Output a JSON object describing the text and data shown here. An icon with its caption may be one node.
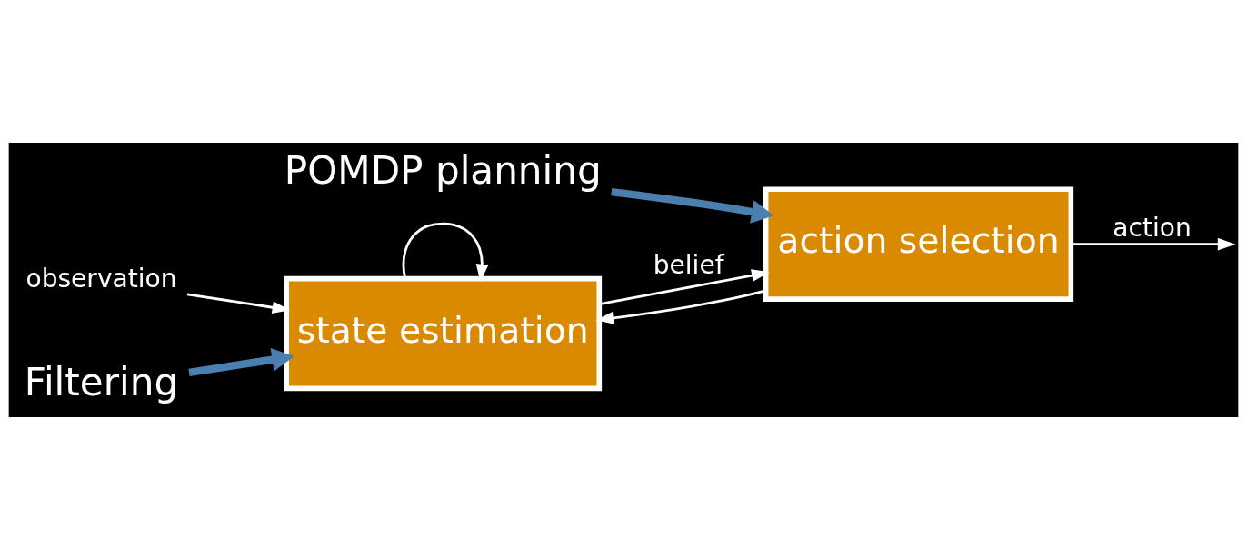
{
  "diagram": {
    "nodes": [
      {
        "text": [
          "state estimation"
        ]
      },
      {
        "text": [
          "action selection"
        ]
      },
      {
        "text": [
          "observation"
        ]
      },
      {
        "text": [
          "Filtering"
        ]
      },
      {
        "text": [
          "POMDP planning"
        ]
      }
    ],
    "edges": [
      {
        "from": 2,
        "to": 0,
        "arrow": "to"
      },
      {
        "from": 0,
        "to": 1,
        "arrow": "to",
        "label": "belief"
      },
      {
        "from": 0,
        "to": 0,
        "arrow": "to"
      },
      {
        "from": 1,
        "to": null,
        "arrow": "to",
        "label": "action"
      },
      {
        "from": 1,
        "to": 0,
        "arrow": "to"
      },
      {
        "from": 3,
        "to": 0,
        "arrow": "to",
        "style": "thick",
        "color": "#4a7fb0"
      },
      {
        "from": 4,
        "to": 1,
        "arrow": "to",
        "style": "thick",
        "color": "#4a7fb0"
      }
    ]
  }
}
